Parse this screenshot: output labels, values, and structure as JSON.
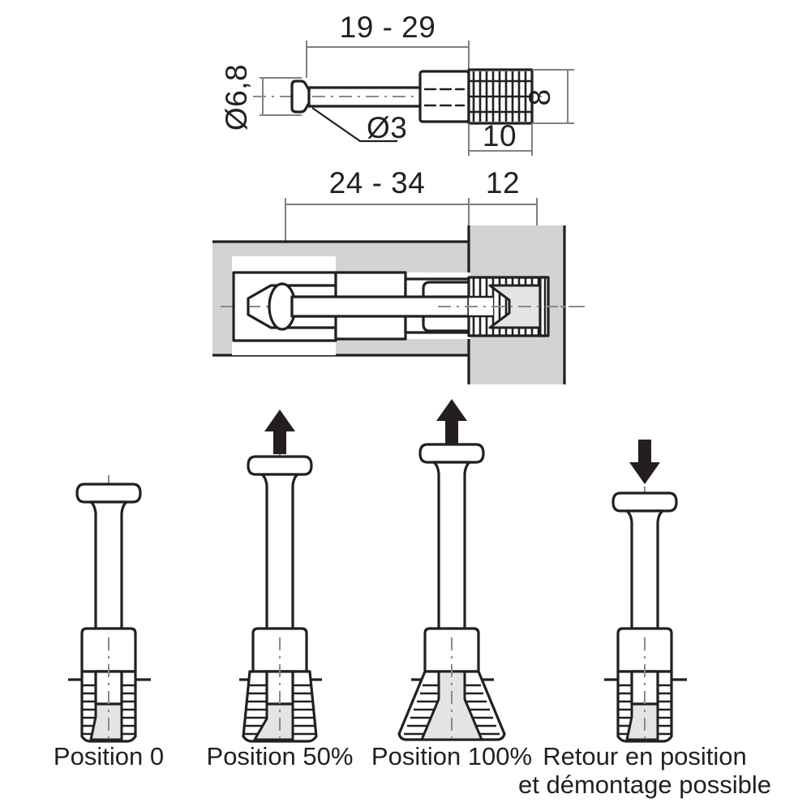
{
  "document": {
    "type": "technical-drawing",
    "language": "fr",
    "background_color": "#ffffff",
    "line_color": "#231f20",
    "panel_color": "#d2d3d5",
    "fill_color": "#e3e4e5",
    "dimension_line_color": "#808080"
  },
  "figure_side_view": {
    "name": "connector-bolt-side-view",
    "dimensions": {
      "length_range": "19 - 29",
      "head_diameter": "Ø6,8",
      "shaft_diameter": "Ø3",
      "sleeve_length": "10",
      "sleeve_diameter": "8"
    }
  },
  "figure_section_view": {
    "name": "installed-section-view",
    "dimensions": {
      "panel_a_depth": "24 - 34",
      "panel_b_depth": "12"
    }
  },
  "figure_positions": {
    "name": "actuation-sequence",
    "steps": [
      {
        "id": "position-0",
        "label": "Position 0",
        "arrow": "none",
        "pin_extension_percent": 0,
        "anchor_expanded_percent": 0
      },
      {
        "id": "position-50",
        "label": "Position 50%",
        "arrow": "up",
        "arrow_icon": "arrow-up-icon",
        "pin_extension_percent": 50,
        "anchor_expanded_percent": 50
      },
      {
        "id": "position-100",
        "label": "Position 100%",
        "arrow": "up",
        "arrow_icon": "arrow-up-icon",
        "pin_extension_percent": 100,
        "anchor_expanded_percent": 100
      },
      {
        "id": "position-return",
        "label_line1": "Retour en position",
        "label_line2": "et démontage possible",
        "arrow": "down",
        "arrow_icon": "arrow-down-icon",
        "pin_extension_percent": 25,
        "anchor_expanded_percent": 0
      }
    ]
  }
}
